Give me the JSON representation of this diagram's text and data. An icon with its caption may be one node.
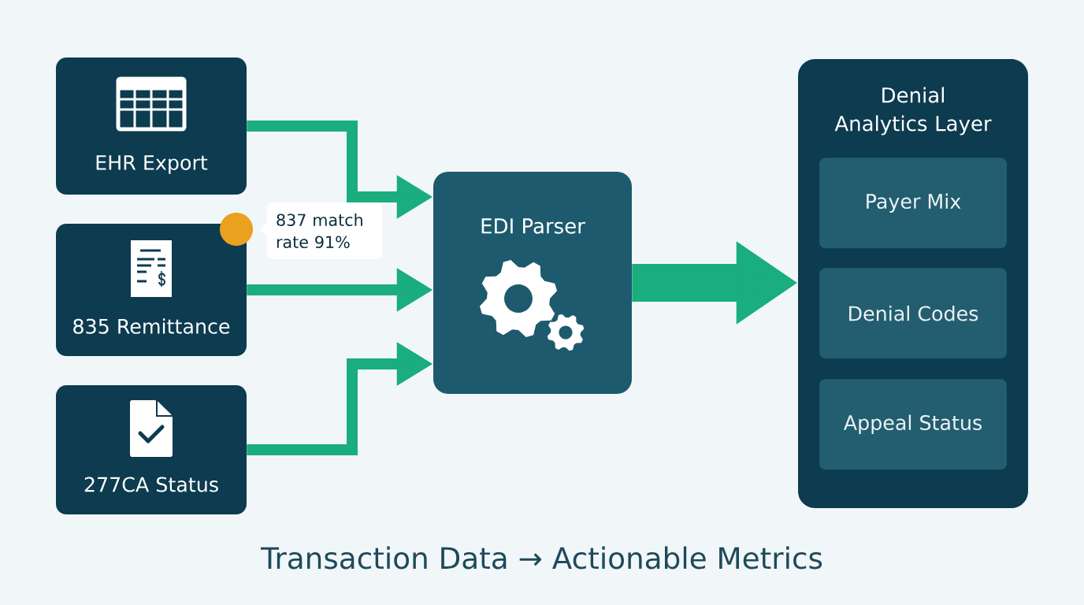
{
  "diagram": {
    "caption": "Transaction Data → Actionable Metrics",
    "nodes": [
      {
        "text": [
          "EHR Export"
        ]
      },
      {
        "text": [
          "835 Remittance"
        ]
      },
      {
        "text": [
          "277CA Status"
        ]
      },
      {
        "text": [
          "837 match rate 91%"
        ]
      },
      {
        "text": [
          "EDI Parser"
        ]
      },
      {
        "text": [
          "Denial Analytics Layer"
        ]
      },
      {
        "text": [
          "Payer Mix"
        ],
        "in": 5
      },
      {
        "text": [
          "Denial Codes"
        ],
        "in": 5
      },
      {
        "text": [
          "Appeal Status"
        ],
        "in": 5
      }
    ],
    "edges": [
      {
        "from": 0,
        "to": 4,
        "arrow": "to"
      },
      {
        "from": 1,
        "to": 4,
        "arrow": "to"
      },
      {
        "from": 2,
        "to": 4,
        "arrow": "to"
      },
      {
        "from": 4,
        "to": 5,
        "arrow": "to",
        "style": "thick"
      }
    ]
  }
}
